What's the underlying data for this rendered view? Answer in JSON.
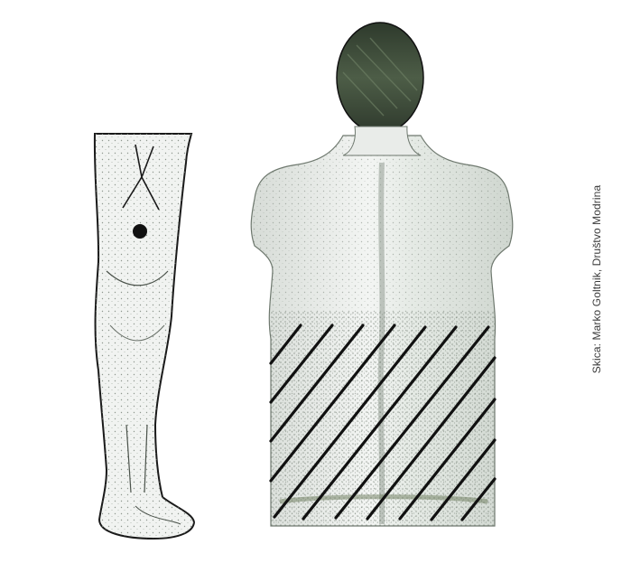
{
  "figure": {
    "credit": "Skica: Marko Goltnik, Društvo Modrina",
    "illustrations": [
      {
        "name": "leg-back-view",
        "marker": "acupressure point behind knee"
      },
      {
        "name": "torso-back-view",
        "hatched_region": "lower back"
      }
    ],
    "colors": {
      "ink": "#1a1a1a",
      "skin": "#eef0ee",
      "hair": "#4a5a44",
      "shadow": "#9aa39a",
      "hatch": "#111111"
    },
    "icons": [
      "point-marker-icon"
    ]
  }
}
